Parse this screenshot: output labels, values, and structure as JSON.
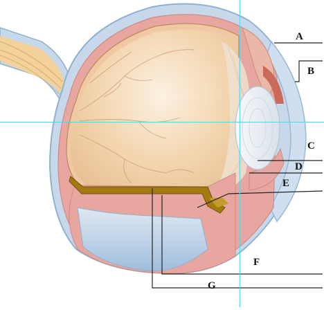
{
  "labels": {
    "a": "A",
    "b": "B",
    "c": "C",
    "d": "D",
    "e": "E",
    "f": "F",
    "g": "G"
  },
  "colors": {
    "sclera": "#c6d8ea",
    "sclera_edge": "#8fb2cf",
    "choroid": "#e7a6a0",
    "retina_inner": "#f0c9a4",
    "vitreous": "#f3d6b0",
    "vitreous_light": "#fbeedd",
    "optic_nerve": "#f2d19a",
    "fovea_band": "#a47a10",
    "lens": "#e6ecf2",
    "cornea": "#cfdff0",
    "guide_line": "#5fd2e6",
    "leader_line": "#222222"
  }
}
